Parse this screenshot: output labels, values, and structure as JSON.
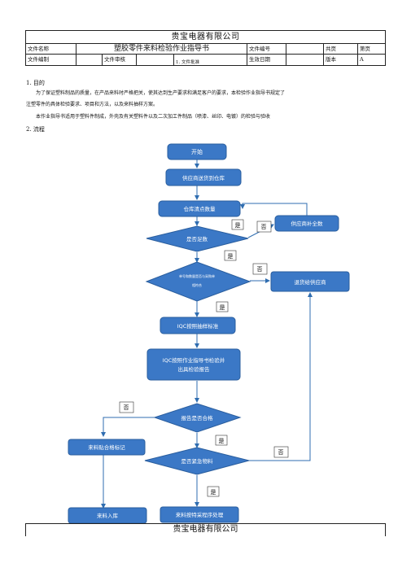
{
  "header": {
    "company": "贵宝电器有限公司",
    "doc_name_label": "文件名称",
    "doc_title": "塑胶零件来料检验作业指导书",
    "doc_no_label": "文件编号",
    "total_pages_label": "共页",
    "page_no_label": "第页",
    "prepared_label": "文件编制",
    "reviewed_label": "文件审核",
    "approved_label": "文件批准",
    "approved_prefix": "1.",
    "effective_label": "生效日期",
    "version_label": "版本",
    "version_value": "A"
  },
  "section1": {
    "heading": "1. 目的",
    "line1": "为了保证塑料制品的质量，在产品来料时严格把关，使其达到生产要求和满足客户的要求，本检验作业指导书规定了",
    "line2": "注塑零件的具体检验要求、项目和方法，以及来料抽样方案。",
    "line3": "本作业指导书适用于塑料件制成，外壳及有关塑料件以及二次加工件制品（喷漆、丝印、电镀）的检验与验收"
  },
  "section2": {
    "heading": "2. 流程"
  },
  "flow": {
    "start": "开始",
    "supplier_delivery": "供应商送货到仓库",
    "warehouse_count": "仓库清点数量",
    "supplier_replenish": "供应商补全数",
    "quantity_ok": "是否足数",
    "doc_check_l1": "单号和数量是否与采购单",
    "doc_check_l2": "相符合",
    "return_supplier": "退货给供应商",
    "iqc_sampling": "IQC按照抽样标准",
    "iqc_inspect_l1": "IQC按照作业指导书检验并",
    "iqc_inspect_l2": "出具检验报告",
    "report_pass": "报告是否合格",
    "label_pass": "来料贴合格标记",
    "urgent": "是否紧急物料",
    "store": "来料入库",
    "special_process": "来料按特采程序处理",
    "yes": "是",
    "no": "否"
  },
  "footer": {
    "company": "贵宝电器有限公司"
  }
}
